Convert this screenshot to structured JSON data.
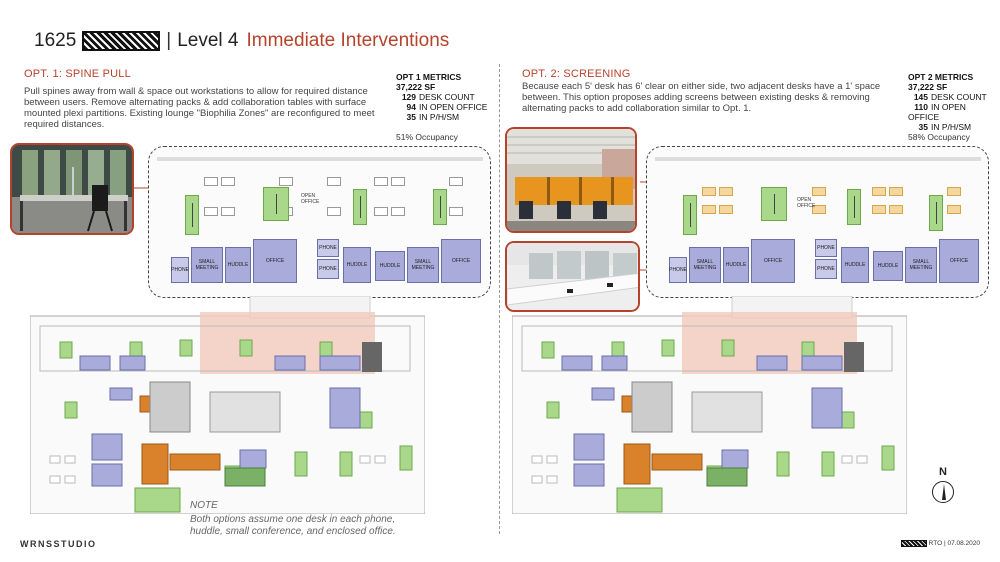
{
  "title": {
    "number": "1625",
    "separator": "|",
    "level": "Level 4",
    "heading": "Immediate Interventions"
  },
  "opt1": {
    "heading": "OPT. 1: SPINE PULL",
    "description": "Pull spines away from wall & space out workstations to allow for required distance between users. Remove alternating packs & add collaboration tables with surface mounted plexi partitions. Existing lounge \"Biophilia Zones\" are reconfigured to meet required distances.",
    "metrics": {
      "title": "OPT 1 METRICS",
      "sf": "37,222 SF",
      "desk_value": "129",
      "desk_label": "DESK COUNT",
      "open_value": "94",
      "open_label": "IN OPEN OFFICE",
      "phs_value": "35",
      "phs_label": "IN P/H/SM"
    },
    "occupancy": "51% Occupancy"
  },
  "opt2": {
    "heading": "OPT. 2: SCREENING",
    "description": "Because each 5' desk has 6' clear on either side, two adjacent desks have a 1' space between. This option proposes adding screens between existing desks & removing alternating packs to add collaboration similar to Opt. 1.",
    "metrics": {
      "title": "OPT 2 METRICS",
      "sf": "37,222 SF",
      "desk_value": "145",
      "desk_label": "DESK COUNT",
      "open_value": "110",
      "open_label": "IN OPEN OFFICE",
      "phs_value": "35",
      "phs_label": "IN P/H/SM"
    },
    "occupancy": "58% Occupancy"
  },
  "rooms": {
    "phone": "PHONE",
    "small_meeting": "SMALL MEETING",
    "huddle": "HUDDLE",
    "office": "OFFICE",
    "open_office": "OPEN OFFICE"
  },
  "compass": "N",
  "note": {
    "heading": "NOTE",
    "text": "Both options assume one desk in each phone, huddle, small conference, and enclosed office."
  },
  "logo": "WRNSSTUDIO",
  "footer": "RTO | 07.08.2020",
  "colors": {
    "accent": "#b5432c",
    "room_purple": "#a9abdb",
    "collab_green": "#a9d88a",
    "orange": "#d9822b",
    "pink_zone": "#f2c9bd"
  },
  "icons": [
    "north-arrow-icon"
  ]
}
